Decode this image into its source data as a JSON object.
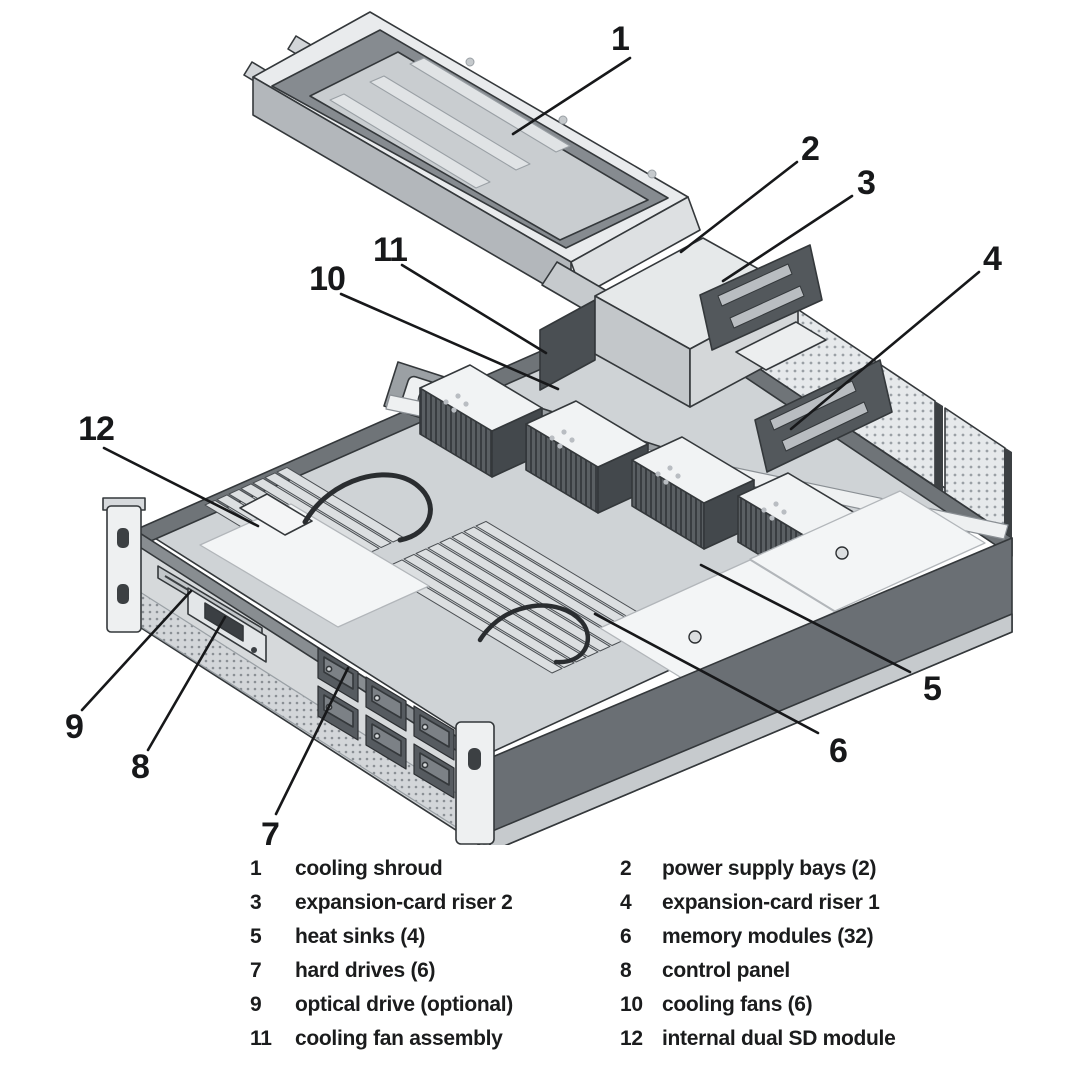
{
  "figure": {
    "description": "exploded view of server chassis internals with numbered callouts",
    "callout_numbers": [
      "1",
      "2",
      "3",
      "4",
      "5",
      "6",
      "7",
      "8",
      "9",
      "10",
      "11",
      "12"
    ]
  },
  "legend": {
    "rows": [
      {
        "left_num": "1",
        "left_label": "cooling shroud",
        "right_num": "2",
        "right_label": "power supply bays (2)"
      },
      {
        "left_num": "3",
        "left_label": "expansion-card riser 2",
        "right_num": "4",
        "right_label": "expansion-card riser 1"
      },
      {
        "left_num": "5",
        "left_label": "heat sinks (4)",
        "right_num": "6",
        "right_label": "memory modules (32)"
      },
      {
        "left_num": "7",
        "left_label": "hard drives (6)",
        "right_num": "8",
        "right_label": "control panel"
      },
      {
        "left_num": "9",
        "left_label": "optical drive (optional)",
        "right_num": "10",
        "right_label": "cooling fans (6)"
      },
      {
        "left_num": "11",
        "left_label": "cooling fan assembly",
        "right_num": "12",
        "right_label": "internal dual SD module"
      }
    ]
  },
  "colors": {
    "ink": "#17181a",
    "line": "#34383b",
    "paper": "#ffffff",
    "light_gray": "#e9ebed",
    "mid_gray": "#c7cacd",
    "dark_gray": "#6a6f74",
    "darkest": "#3c4043"
  }
}
